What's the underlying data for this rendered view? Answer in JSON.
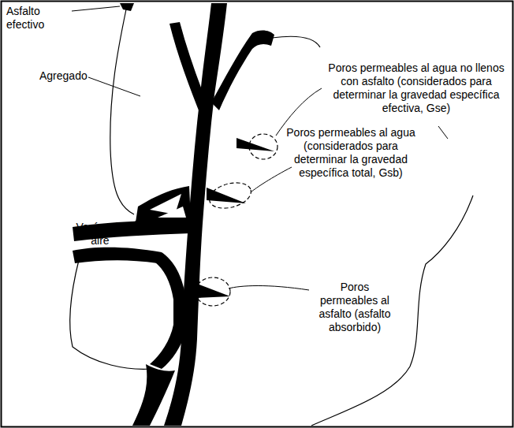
{
  "diagram": {
    "labels": [
      "Asfalto efectivo",
      "Agregado",
      "Poros permeables al agua no llenos con asfalto (considerados para determinar la gravedad específica efectiva, Gse)",
      "Poros permeables al agua (considerados para determinar la gravedad específica total, Gsb)",
      "Vacíos de aire",
      "Poros permeables al asfalto (asfalto absorbido)"
    ]
  }
}
